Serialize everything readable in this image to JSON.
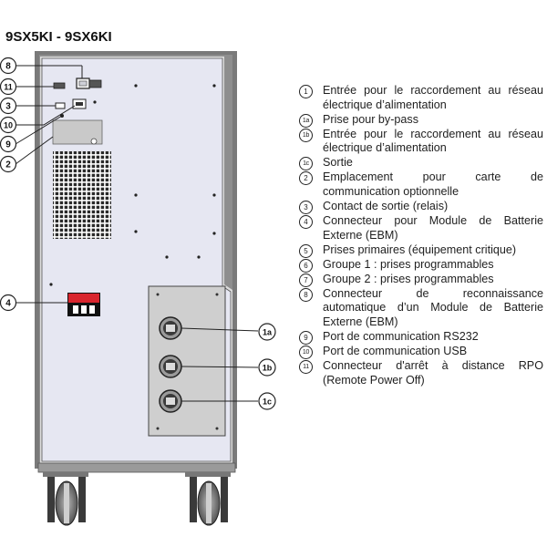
{
  "title": "9SX5KI - 9SX6KI",
  "callouts": {
    "c8": "8",
    "c11": "11",
    "c3": "3",
    "c10": "10",
    "c9": "9",
    "c2": "2",
    "c4": "4",
    "c1a": "1a",
    "c1b": "1b",
    "c1c": "1c"
  },
  "legend": [
    {
      "num": "1",
      "text": "Entrée pour le raccordement au réseau électrique d’alimentation"
    },
    {
      "num": "1a",
      "text": "Prise pour by-pass"
    },
    {
      "num": "1b",
      "text": "Entrée pour le raccordement au réseau électrique d’alimentation"
    },
    {
      "num": "1c",
      "text": "Sortie"
    },
    {
      "num": "2",
      "text": "Emplacement pour carte de communication optionnelle"
    },
    {
      "num": "3",
      "text": "Contact de sortie (relais)"
    },
    {
      "num": "4",
      "text": "Connecteur pour Module de Batterie Externe (EBM)"
    },
    {
      "num": "5",
      "text": "Prises primaires (équipement critique)"
    },
    {
      "num": "6",
      "text": "Groupe 1 : prises programmables"
    },
    {
      "num": "7",
      "text": "Groupe 2 : prises programmables"
    },
    {
      "num": "8",
      "text": "Connecteur de reconnaissance automatique d’un Module de Batterie Externe (EBM)"
    },
    {
      "num": "9",
      "text": "Port de communication RS232"
    },
    {
      "num": "10",
      "text": "Port de communication USB"
    },
    {
      "num": "11",
      "text": "Connecteur d'arrêt à distance RPO (Remote Power Off)"
    }
  ],
  "colors": {
    "panel": "#e6e7f2",
    "frame": "#6f6f6f",
    "plate": "#cfcfcf",
    "ebm_connector": "#d9252e"
  }
}
